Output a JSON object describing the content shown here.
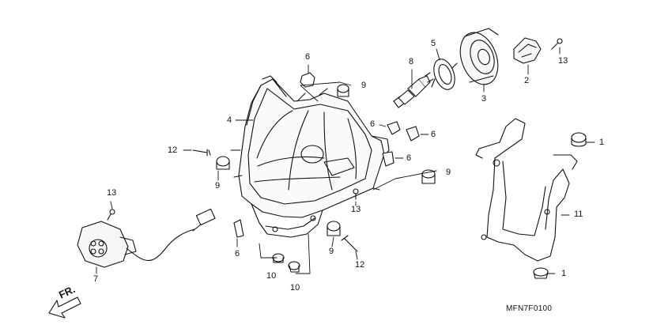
{
  "diagram": {
    "code": "MFN7F0100",
    "direction_label": "FR.",
    "callouts": [
      {
        "id": "c1a",
        "text": "1"
      },
      {
        "id": "c1b",
        "text": "1"
      },
      {
        "id": "c2",
        "text": "2"
      },
      {
        "id": "c3",
        "text": "3"
      },
      {
        "id": "c4",
        "text": "4"
      },
      {
        "id": "c5",
        "text": "5"
      },
      {
        "id": "c6a",
        "text": "6"
      },
      {
        "id": "c6b",
        "text": "6"
      },
      {
        "id": "c6c",
        "text": "6"
      },
      {
        "id": "c6d",
        "text": "6"
      },
      {
        "id": "c6e",
        "text": "6"
      },
      {
        "id": "c7",
        "text": "7"
      },
      {
        "id": "c8",
        "text": "8"
      },
      {
        "id": "c9a",
        "text": "9"
      },
      {
        "id": "c9b",
        "text": "9"
      },
      {
        "id": "c9c",
        "text": "9"
      },
      {
        "id": "c9d",
        "text": "9"
      },
      {
        "id": "c10a",
        "text": "10"
      },
      {
        "id": "c10b",
        "text": "10"
      },
      {
        "id": "c11",
        "text": "11"
      },
      {
        "id": "c12a",
        "text": "12"
      },
      {
        "id": "c12b",
        "text": "12"
      },
      {
        "id": "c13a",
        "text": "13"
      },
      {
        "id": "c13b",
        "text": "13"
      },
      {
        "id": "c13c",
        "text": "13"
      }
    ]
  }
}
